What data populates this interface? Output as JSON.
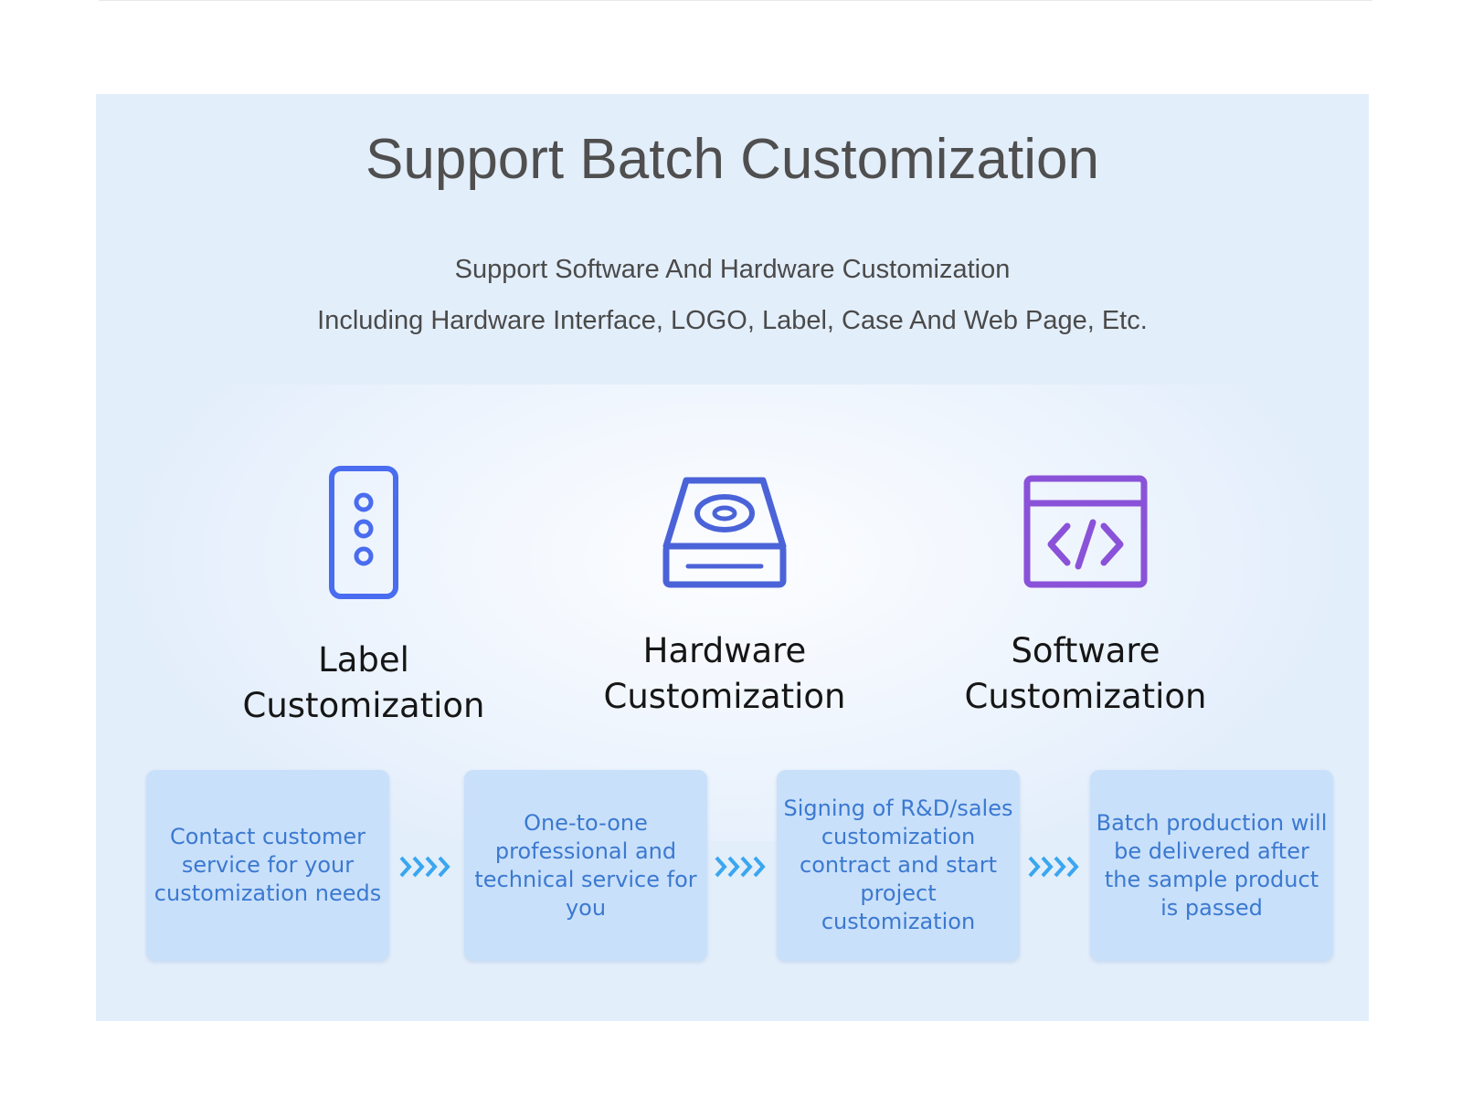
{
  "heading": "Support Batch Customization",
  "subheading_lines": [
    "Support Software And Hardware Customization",
    "Including Hardware Interface, LOGO, Label, Case And Web Page, Etc."
  ],
  "features": [
    {
      "icon": "label-icon",
      "color": "#4a6cf0",
      "line1": "Label",
      "line2": "Customization"
    },
    {
      "icon": "hard-drive-icon",
      "color": "#4b63d8",
      "line1": "Hardware",
      "line2": "Customization"
    },
    {
      "icon": "code-window-icon",
      "color": "#8a52d8",
      "line1": "Software",
      "line2": "Customization"
    }
  ],
  "steps": [
    {
      "text": "Contact customer service for your customization needs"
    },
    {
      "text": "One-to-one professional and technical service for you"
    },
    {
      "text": "Signing of R&D/sales customization contract and start project customization"
    },
    {
      "text": "Batch production will be delivered after the sample product is passed"
    }
  ],
  "colors": {
    "panel_background": "#e3eefb",
    "step_box": "#c9e0fa",
    "step_text": "#3b79d0",
    "arrow": "#3aa6f0"
  }
}
